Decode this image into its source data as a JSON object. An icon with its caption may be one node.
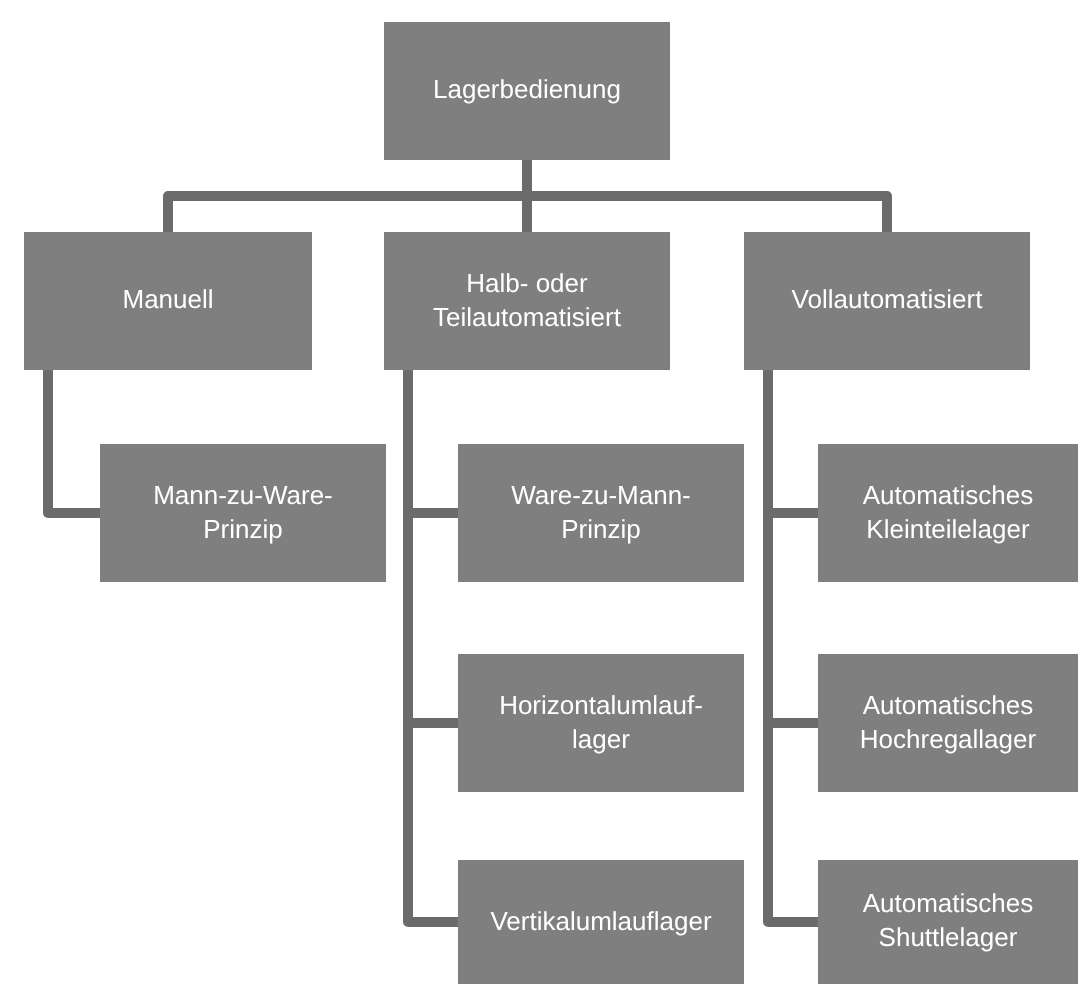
{
  "diagram": {
    "nodes": [
      {
        "text": [
          "Lagerbedienung"
        ]
      },
      {
        "text": [
          "Manuell"
        ]
      },
      {
        "text": [
          "Halb- oder Teilautomatisiert"
        ]
      },
      {
        "text": [
          "Vollautomatisiert"
        ]
      },
      {
        "text": [
          "Mann-zu-Ware-Prinzip"
        ]
      },
      {
        "text": [
          "Ware-zu-Mann-Prinzip"
        ]
      },
      {
        "text": [
          "Horizontalumlauf-lager"
        ]
      },
      {
        "text": [
          "Vertikalumlauflager"
        ]
      },
      {
        "text": [
          "Automatisches Kleinteilelager"
        ]
      },
      {
        "text": [
          "Automatisches Hochregallager"
        ]
      },
      {
        "text": [
          "Automatisches Shuttlelager"
        ]
      }
    ],
    "edges": [
      {
        "from": 0,
        "to": 1,
        "arrow": "none"
      },
      {
        "from": 0,
        "to": 2,
        "arrow": "none"
      },
      {
        "from": 0,
        "to": 3,
        "arrow": "none"
      },
      {
        "from": 1,
        "to": 4,
        "arrow": "none"
      },
      {
        "from": 2,
        "to": 5,
        "arrow": "none"
      },
      {
        "from": 2,
        "to": 6,
        "arrow": "none"
      },
      {
        "from": 2,
        "to": 7,
        "arrow": "none"
      },
      {
        "from": 3,
        "to": 8,
        "arrow": "none"
      },
      {
        "from": 3,
        "to": 9,
        "arrow": "none"
      },
      {
        "from": 3,
        "to": 10,
        "arrow": "none"
      }
    ]
  }
}
